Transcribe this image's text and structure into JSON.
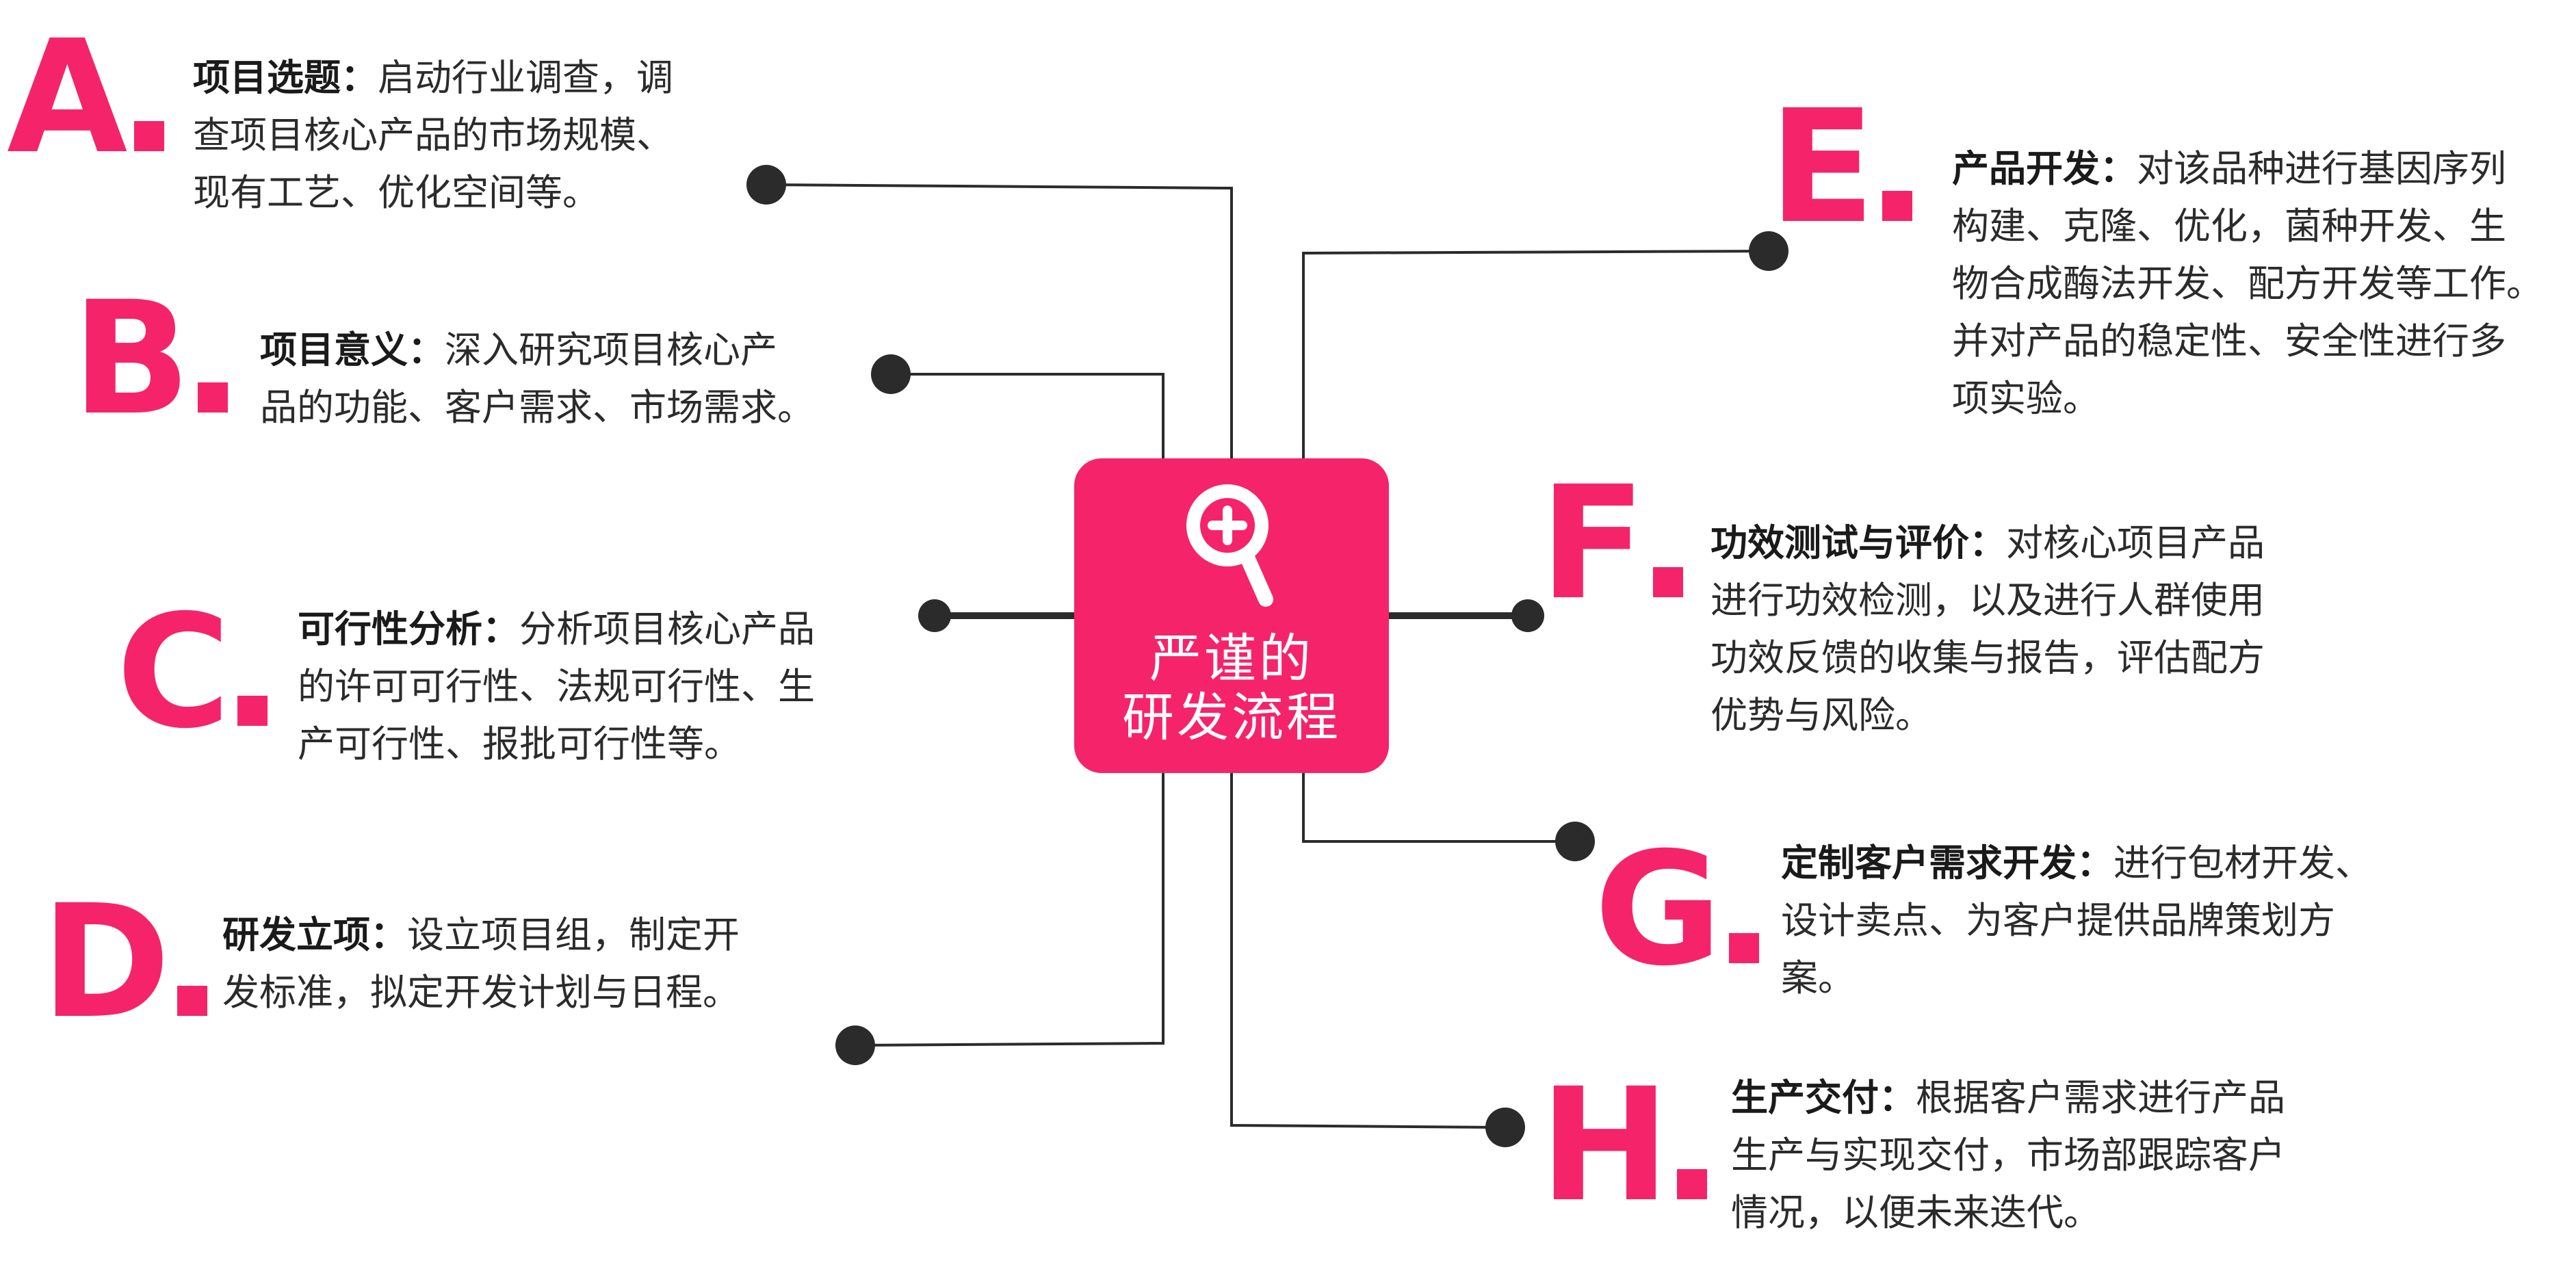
{
  "center": {
    "line1": "严谨的",
    "line2": "研发流程",
    "icon": "magnifier-plus-icon"
  },
  "colors": {
    "accent": "#f5246a",
    "wire": "#2b2b2b",
    "text": "#2b2b2b"
  },
  "steps": [
    {
      "letter": "A",
      "title": "项目选题：",
      "text": [
        "启动行业调查，调",
        "查项目核心产品的市场规模、",
        "现有工艺、优化空间等。"
      ]
    },
    {
      "letter": "B",
      "title": "项目意义：",
      "text": [
        "深入研究项目核心产",
        "品的功能、客户需求、市场需求。"
      ]
    },
    {
      "letter": "C",
      "title": "可行性分析：",
      "text": [
        "分析项目核心产品",
        "的许可可行性、法规可行性、生",
        "产可行性、报批可行性等。"
      ]
    },
    {
      "letter": "D",
      "title": "研发立项：",
      "text": [
        "设立项目组，制定开",
        "发标准，拟定开发计划与日程。"
      ]
    },
    {
      "letter": "E",
      "title": "产品开发：",
      "text": [
        "对该品种进行基因序列",
        "构建、克隆、优化，菌种开发、生",
        "物合成酶法开发、配方开发等工作。",
        "并对产品的稳定性、安全性进行多",
        "项实验。"
      ]
    },
    {
      "letter": "F",
      "title": "功效测试与评价：",
      "text": [
        "对核心项目产品",
        "进行功效检测，以及进行人群使用",
        "功效反馈的收集与报告，评估配方",
        "优势与风险。"
      ]
    },
    {
      "letter": "G",
      "title": "定制客户需求开发：",
      "text": [
        "进行包材开发、",
        "设计卖点、为客户提供品牌策划方",
        "案。"
      ]
    },
    {
      "letter": "H",
      "title": "生产交付：",
      "text": [
        "根据客户需求进行产品",
        "生产与实现交付，市场部跟踪客户",
        "情况，以便未来迭代。"
      ]
    }
  ]
}
